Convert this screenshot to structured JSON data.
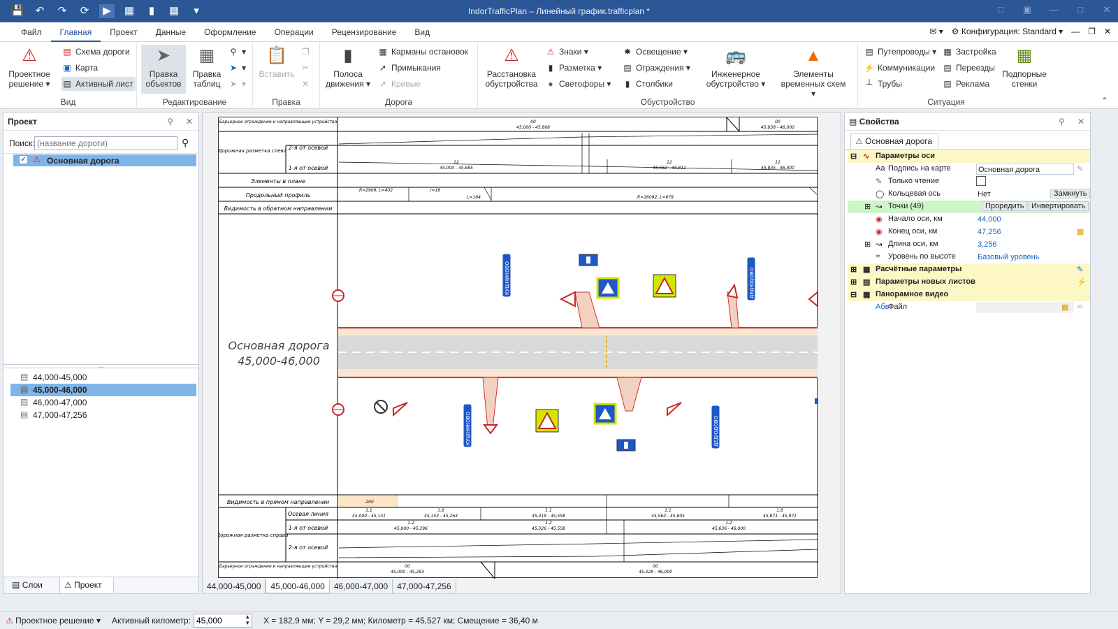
{
  "window": {
    "title": "IndorTrafficPlan – Линейный график.trafficplan *"
  },
  "menu": {
    "tabs": [
      "Файл",
      "Главная",
      "Проект",
      "Данные",
      "Оформление",
      "Операции",
      "Рецензирование",
      "Вид"
    ],
    "active_tab": "Главная",
    "configuration": "Конфигурация: Standard"
  },
  "ribbon": {
    "groups": {
      "vid": "Вид",
      "redakt": "Редактирование",
      "pravka": "Правка",
      "doroga": "Дорога",
      "obustr": "Обустройство",
      "situacia": "Ситуация"
    },
    "proektnoe": "Проектное решение",
    "shema": "Схема дороги",
    "karta": "Карта",
    "aktivny_list": "Активный лист",
    "pravka_obektov": "Правка объектов",
    "pravka_tablic": "Правка таблиц",
    "vstavit": "Вставить",
    "polosa": "Полоса движения",
    "karmany": "Карманы остановок",
    "primykania": "Примыкания",
    "krivye": "Кривые",
    "rasstanovka": "Расстановка обустройства",
    "znaki": "Знаки",
    "razmetka": "Разметка",
    "svetofory": "Светофоры",
    "osveshchenie": "Освещение",
    "ograzhdenia": "Ограждения",
    "stolbiki": "Столбики",
    "inzhenernoe": "Инженерное обустройство",
    "elementy": "Элементы временных схем",
    "puteprovody": "Путепроводы",
    "kommunikacii": "Коммуникации",
    "truby": "Трубы",
    "zastroyka": "Застройка",
    "pereezdy": "Переезды",
    "reklama": "Реклама",
    "podpornye": "Подпорные стенки"
  },
  "project_panel": {
    "title": "Проект",
    "search_label": "Поиск:",
    "search_placeholder": "(название дороги)",
    "road": "Основная дорога",
    "sheets": [
      "44,000-45,000",
      "45,000-46,000",
      "46,000-47,000",
      "47,000-47,256"
    ],
    "selected_sheet": "45,000-46,000",
    "bottom_tabs": [
      "Слои",
      "Проект"
    ]
  },
  "properties_panel": {
    "title": "Свойства",
    "object_tab": "Основная дорога",
    "sections": {
      "axis": "Параметры оси",
      "calc": "Расчётные параметры",
      "newsheets": "Параметры новых листов",
      "panorama": "Панорамное видео"
    },
    "rows": {
      "caption_label": "Подпись на карте",
      "caption_value": "Основная дорога",
      "readonly_label": "Только чтение",
      "ring_label": "Кольцевая ось",
      "ring_value": "Нет",
      "ring_button": "Замкнуть",
      "points_label": "Точки (49)",
      "points_btn1": "Проредить",
      "points_btn2": "Инвертировать",
      "start_label": "Начало оси, км",
      "start_value": "44,000",
      "end_label": "Конец оси, км",
      "end_value": "47,256",
      "length_label": "Длина оси, км",
      "length_value": "3,256",
      "level_label": "Уровень по высоте",
      "level_value": "Базовый уровень",
      "file_label": "Файл"
    }
  },
  "drawing": {
    "road_name": "Основная дорога",
    "road_range": "45,000-46,000",
    "top_rows": {
      "fence": "Барьерное ограждение и направляющие устройства",
      "marking_left": "Дорожная разметка слева",
      "axis2": "2-я от осевой",
      "axis1": "1-я от осевой",
      "plan": "Элементы в плане",
      "profile": "Продольный профиль",
      "visibility_back": "Видимость в обратном направлении"
    },
    "bottom_rows": {
      "visibility_fwd": "Видимость в прямом направлении",
      "center": "Осевая линия",
      "marking_right": "Дорожная разметка справа",
      "axis1": "1-я от осевой",
      "axis2": "2-я от осевой",
      "fence": "Барьерное ограждение и направляющие устройства"
    },
    "top_annotations": {
      "fence_a": "00",
      "fence_a_range": "45,000 - 45,808",
      "fence_b": "00",
      "fence_b_range": "45,838 - 46,000",
      "m1": "12",
      "m1_range": "45,000 - 45,685",
      "m2": "12",
      "m2_range": "45,562 - 45,811",
      "m3": "12",
      "m3_range": "45,835 - 46,000",
      "p1": "R=2909, L=402",
      "p2": "i=16",
      "p3": "L=164",
      "p4": "R=16092, L=679"
    },
    "bottom_annotations": {
      "vis": "-200",
      "c1": "1.1",
      "c1_range": "45,000 - 45,131",
      "c2": "1.6",
      "c2_range": "45,153 - 45,263",
      "c3": "1.1",
      "c3_range": "45,319 - 45,558",
      "c4": "1.1",
      "c4_range": "45,562 - 45,805",
      "c5": "1.6",
      "c5_range": "45,871 - 45,971",
      "r1": "1.2",
      "r1_range": "45,000 - 45,296",
      "r2": "1.2",
      "r2_range": "45,326 - 45,558",
      "r3": "1.2",
      "r3_range": "45,636 - 46,000",
      "f1": "00",
      "f1_range": "45,000 - 45,293",
      "f2": "00",
      "f2_range": "45,329 - 46,000"
    },
    "signs": {
      "kushnikovo": "КУШНИКОВО",
      "dedyudovo": "ДЕДЮДОВО"
    }
  },
  "sheet_tabs": [
    "44,000-45,000",
    "45,000-46,000",
    "46,000-47,000",
    "47,000-47,256"
  ],
  "active_sheet_tab": "45,000-46,000",
  "status": {
    "solution": "Проектное решение",
    "active_km_label": "Активный километр:",
    "active_km_value": "45,000",
    "coords": "X = 182,9 мм; Y = 29,2 мм; Километр = 45,527 км; Смещение = 36,40 м"
  }
}
